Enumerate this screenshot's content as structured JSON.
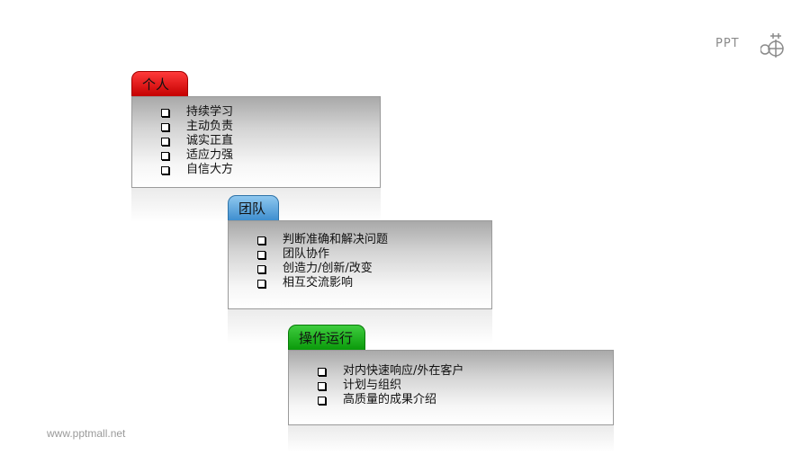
{
  "logo": {
    "text": "PPT"
  },
  "watermark": "www.pptmall.net",
  "sections": [
    {
      "tab": "个人",
      "color": "#d40000",
      "items": [
        "持续学习",
        "主动负责",
        "诚实正直",
        "适应力强",
        "自信大方"
      ]
    },
    {
      "tab": "团队",
      "color": "#5aa5de",
      "items": [
        "判断准确和解决问题",
        "团队协作",
        "创造力/创新/改变",
        "相互交流影响"
      ]
    },
    {
      "tab": "操作运行",
      "color": "#16a816",
      "items": [
        "对内快速响应/外在客户",
        "计划与组织",
        "高质量的成果介绍"
      ]
    }
  ]
}
